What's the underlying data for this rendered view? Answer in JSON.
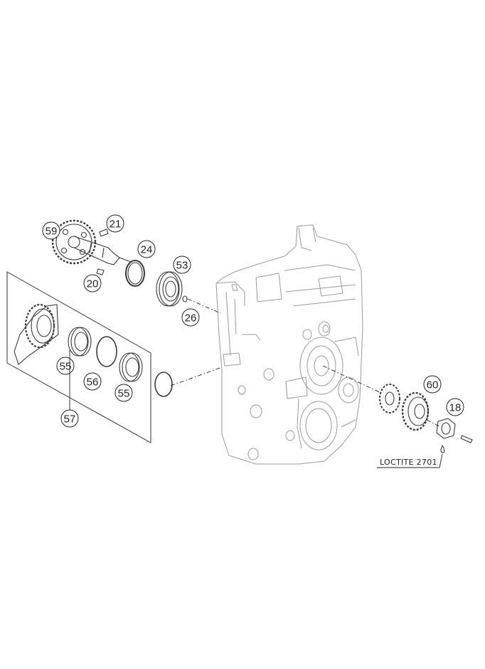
{
  "callouts": [
    {
      "id": "c59",
      "label": "59"
    },
    {
      "id": "c21",
      "label": "21"
    },
    {
      "id": "c24",
      "label": "24"
    },
    {
      "id": "c20",
      "label": "20"
    },
    {
      "id": "c53",
      "label": "53"
    },
    {
      "id": "c26",
      "label": "26"
    },
    {
      "id": "c55a",
      "label": "55"
    },
    {
      "id": "c56",
      "label": "56"
    },
    {
      "id": "c55b",
      "label": "55"
    },
    {
      "id": "c57",
      "label": "57"
    },
    {
      "id": "c60",
      "label": "60"
    },
    {
      "id": "c18",
      "label": "18"
    }
  ],
  "note": {
    "text": "LOCTITE 2701"
  }
}
